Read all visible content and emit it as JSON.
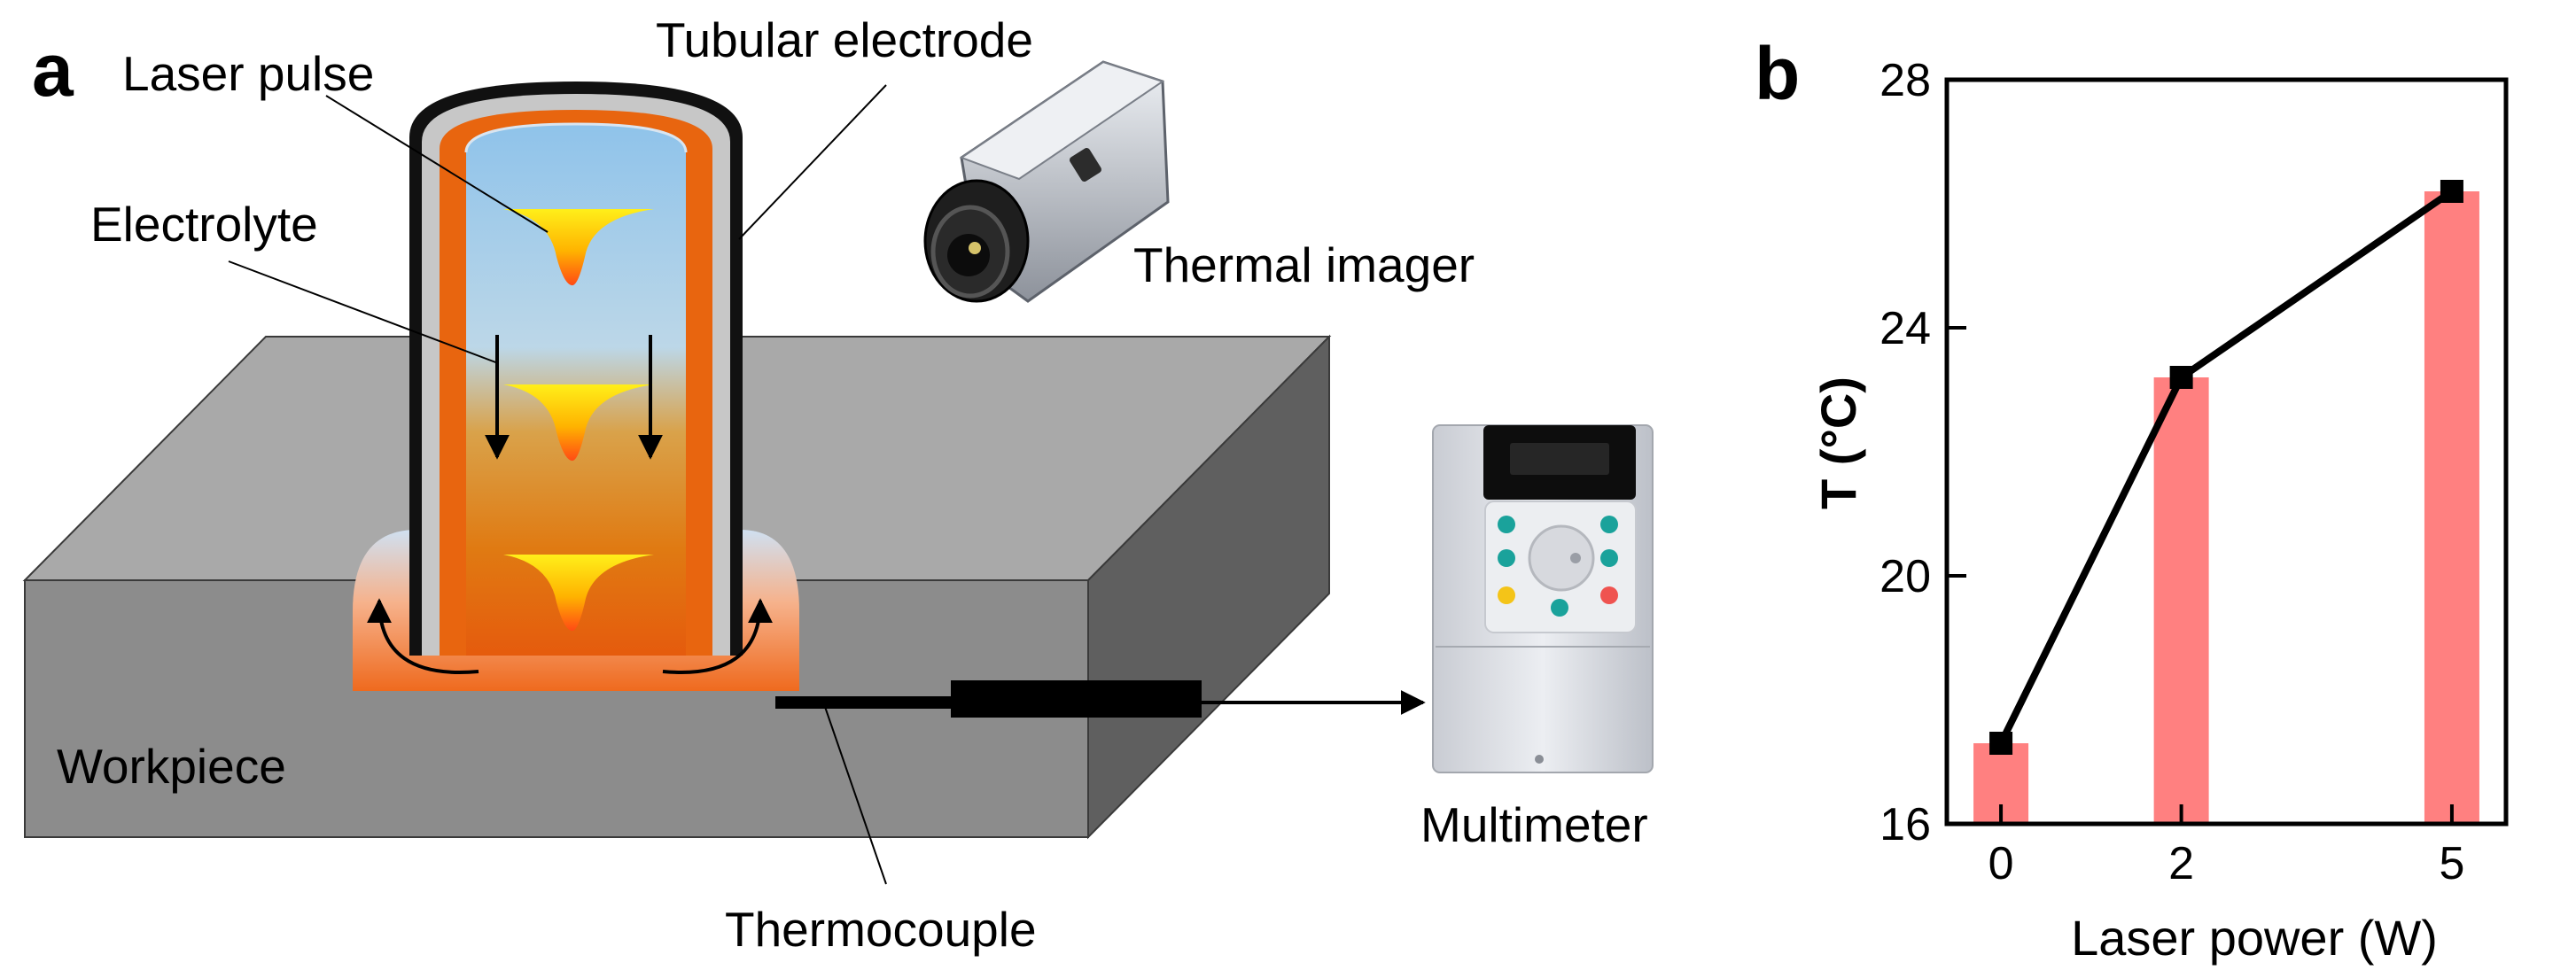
{
  "panel_a": {
    "letter": "a",
    "labels": {
      "laser_pulse": "Laser pulse",
      "tubular_electrode": "Tubular electrode",
      "electrolyte": "Electrolyte",
      "thermal_imager": "Thermal imager",
      "workpiece": "Workpiece",
      "multimeter": "Multimeter",
      "thermocouple": "Thermocouple"
    }
  },
  "panel_b": {
    "letter": "b"
  },
  "colors": {
    "bar": "#ff8080",
    "line": "#000000",
    "electrode_outer": "#e8650f",
    "workpiece_front": "#8c8c8c",
    "workpiece_top": "#a9a9a9",
    "workpiece_side": "#5f5f5f"
  },
  "chart_data": {
    "type": "bar",
    "title": "",
    "xlabel": "Laser power (W)",
    "ylabel": "T (°C)",
    "x": [
      0,
      2,
      5
    ],
    "categories": [
      "0",
      "2",
      "5"
    ],
    "values": [
      17.3,
      23.2,
      26.2
    ],
    "series": [
      {
        "type": "bar",
        "values": [
          17.3,
          23.2,
          26.2
        ]
      },
      {
        "type": "line",
        "marker": "square",
        "values": [
          17.3,
          23.2,
          26.2
        ]
      }
    ],
    "ylim": [
      16,
      28
    ],
    "yticks": [
      "16",
      "20",
      "24",
      "28"
    ],
    "grid": false,
    "legend": "none"
  }
}
